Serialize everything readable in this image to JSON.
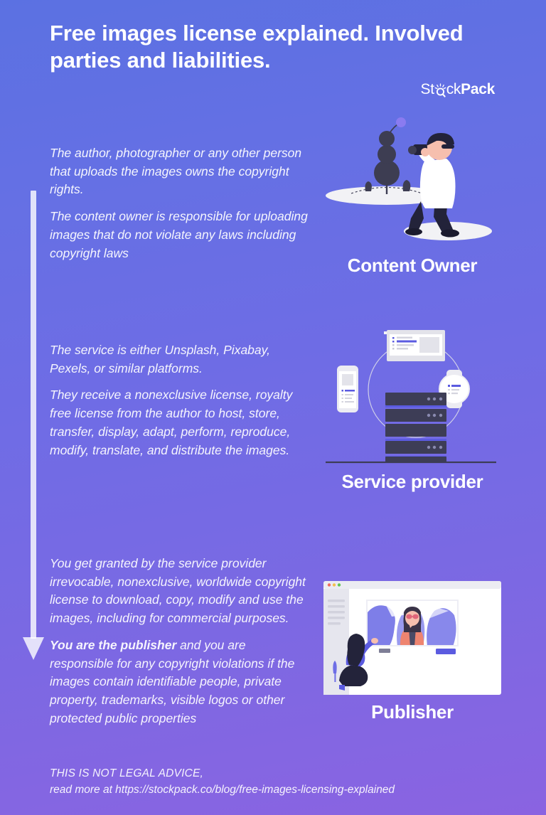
{
  "poster": {
    "title": "Free images license explained. Involved parties and liabilities.",
    "background_top_color": "#5b71e2",
    "background_bottom_color": "#8a63e1"
  },
  "brand": {
    "name_part1": "St",
    "name_glyph": "magnifier-lightbulb-icon",
    "name_part2": "ck",
    "name_part3": "Pack",
    "full_name": "StockPack"
  },
  "flow_arrow": {
    "name": "downward-flow-arrow",
    "direction": "down"
  },
  "sections": [
    {
      "id": "content-owner",
      "caption": "Content Owner",
      "illustration": "photographer-kneeling-icon",
      "paragraphs": [
        {
          "text": "The author, photographer or any other person that uploads the images owns the copyright rights.",
          "bold_lead": ""
        },
        {
          "text": "The content owner is responsible for uploading images that do not violate any laws including copyright laws",
          "bold_lead": ""
        }
      ]
    },
    {
      "id": "service-provider",
      "caption": "Service provider",
      "illustration": "server-rack-devices-icon",
      "paragraphs": [
        {
          "text": "The service is either Unsplash, Pixabay, Pexels, or similar platforms.",
          "bold_lead": ""
        },
        {
          "text": "They receive a nonexclusive license, royalty free license from the author to host, store, transfer, display, adapt, perform, reproduce, modify, translate, and distribute the images.",
          "bold_lead": ""
        }
      ]
    },
    {
      "id": "publisher",
      "caption": "Publisher",
      "illustration": "browser-window-photo-editor-icon",
      "paragraphs": [
        {
          "text": "You get granted by the service provider irrevocable, nonexclusive, worldwide copyright license to download, copy, modify and use the images, including for commercial purposes.",
          "bold_lead": ""
        },
        {
          "text": " and you are responsible for any copyright violations if the images contain identifiable people, private property, trademarks, visible logos or other protected public properties",
          "bold_lead": "You are the publisher"
        }
      ]
    }
  ],
  "footer": {
    "disclaimer": "THIS IS NOT LEGAL ADVICE,",
    "read_more": "read more at https://stockpack.co/blog/free-images-licensing-explained"
  }
}
